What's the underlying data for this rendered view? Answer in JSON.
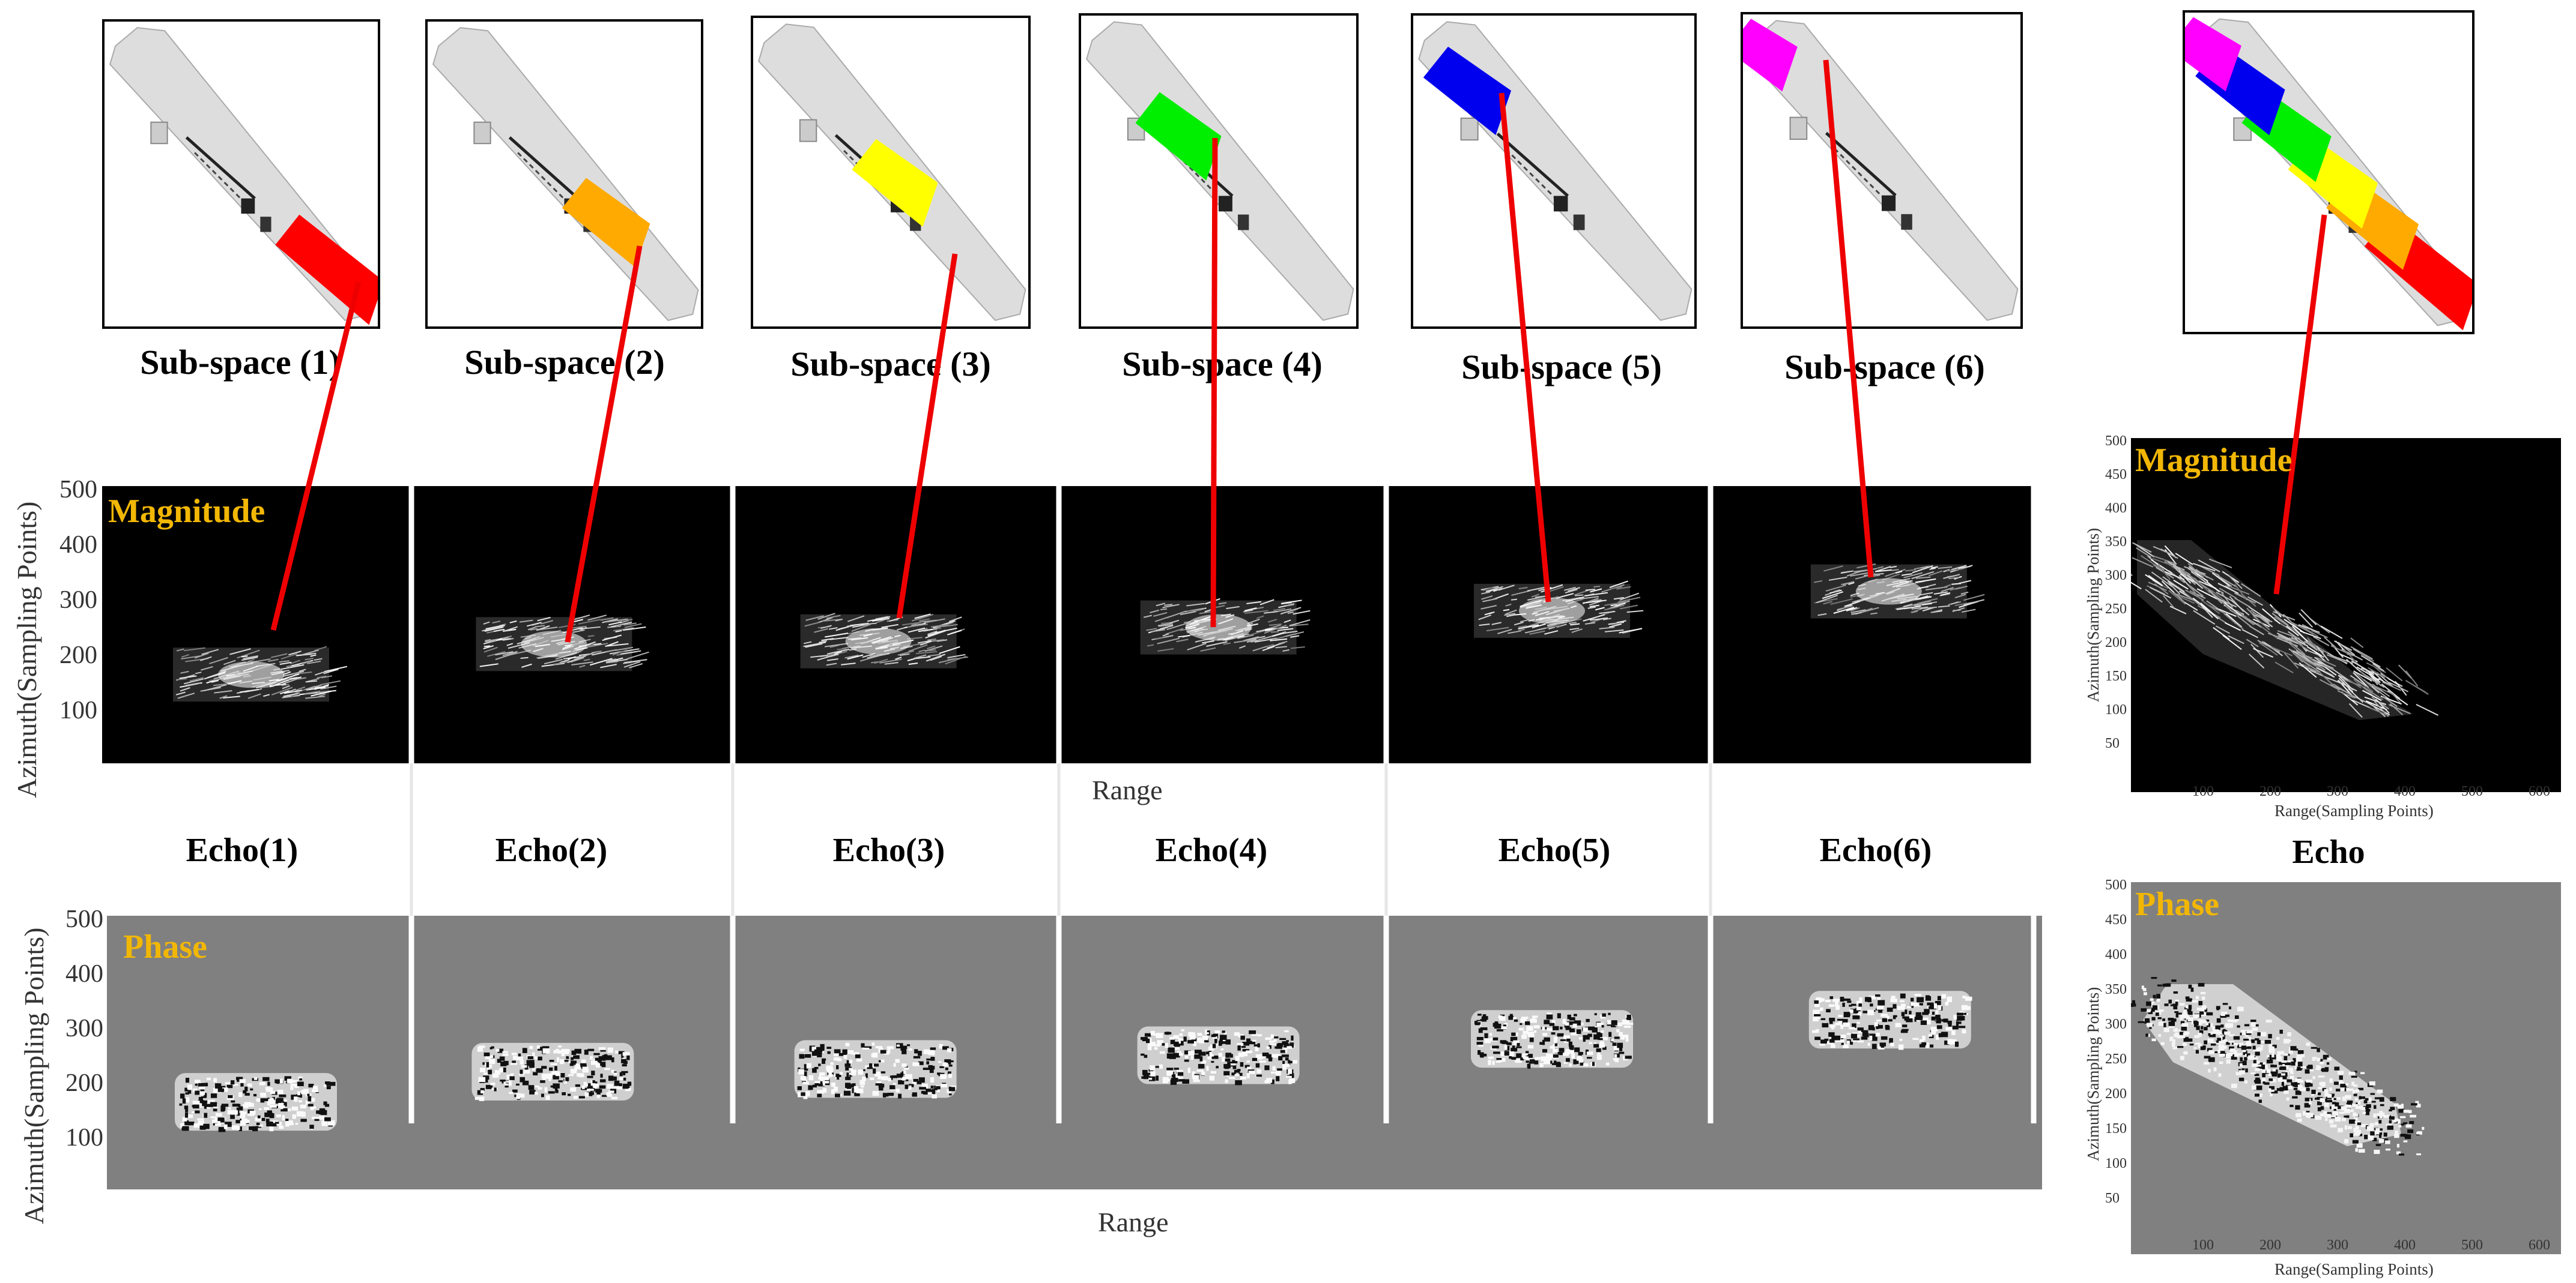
{
  "subspaces": [
    {
      "label": "Sub-space (1)",
      "color": "#ff0000"
    },
    {
      "label": "Sub-space (2)",
      "color": "#ffaa00"
    },
    {
      "label": "Sub-space (3)",
      "color": "#ffff00"
    },
    {
      "label": "Sub-space (4)",
      "color": "#00ee00"
    },
    {
      "label": "Sub-space (5)",
      "color": "#0000ee"
    },
    {
      "label": "Sub-space (6)",
      "color": "#ff00ff"
    }
  ],
  "echoes": [
    "Echo(1)",
    "Echo(2)",
    "Echo(3)",
    "Echo(4)",
    "Echo(5)",
    "Echo(6)"
  ],
  "echo_full": "Echo",
  "magnitude": {
    "tag": "Magnitude",
    "ylabel": "Azimuth(Sampling Points)",
    "xlabel": "Range",
    "yticks": [
      "500",
      "400",
      "300",
      "200",
      "100"
    ]
  },
  "phase": {
    "tag": "Phase",
    "ylabel": "Azimuth(Sampling Points)",
    "xlabel": "Range",
    "yticks": [
      "500",
      "400",
      "300",
      "200",
      "100"
    ]
  },
  "full_plot": {
    "ylabel": "Azimuth(Sampling Points)",
    "xlabel": "Range(Sampling Points)",
    "yticks": [
      "500",
      "450",
      "400",
      "350",
      "300",
      "250",
      "200",
      "150",
      "100",
      "50"
    ],
    "xticks": [
      "100",
      "200",
      "300",
      "400",
      "500",
      "600"
    ]
  },
  "colors": {
    "connector": "#ee0000",
    "tag": "#f2b705",
    "ship": "#dddddd",
    "phase_bg": "#808080"
  }
}
